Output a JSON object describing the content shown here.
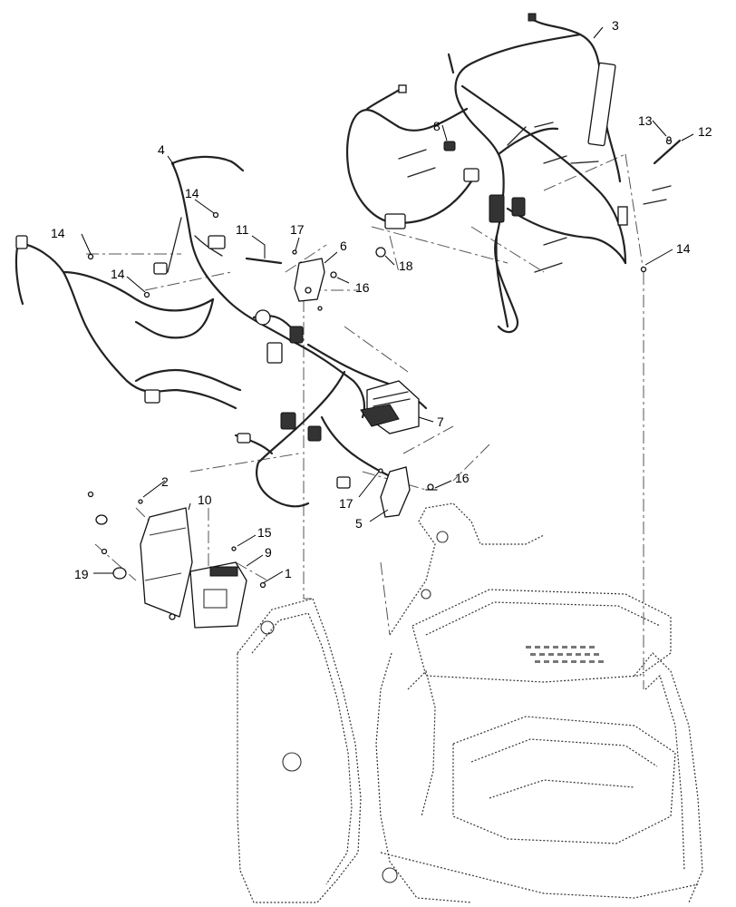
{
  "callouts": {
    "c1": "1",
    "c2": "2",
    "c3": "3",
    "c4": "4",
    "c5": "5",
    "c6": "6",
    "c7": "7",
    "c8": "8",
    "c9": "9",
    "c10": "10",
    "c11": "11",
    "c12": "12",
    "c13": "13",
    "c14a": "14",
    "c14b": "14",
    "c14c": "14",
    "c14d": "14",
    "c15": "15",
    "c16a": "16",
    "c16b": "16",
    "c17a": "17",
    "c17b": "17",
    "c18": "18",
    "c19": "19"
  }
}
